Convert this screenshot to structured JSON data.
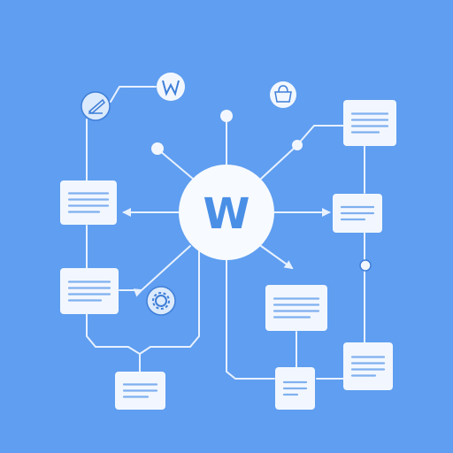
{
  "colors": {
    "background": "#5f9ef0",
    "line": "#e8f1ff",
    "card": "#f2f7ff",
    "card_text_lines": "#7fb0ef",
    "hub": "#f7faff",
    "hub_letter": "#4a8fe6",
    "icon_badge": "#dbeafc",
    "icon_stroke": "#3f7fd8"
  },
  "hub": {
    "letter": "W"
  },
  "cards": [
    {
      "id": "card-top-right",
      "lines": 4
    },
    {
      "id": "card-left-upper",
      "lines": 4
    },
    {
      "id": "card-right-middle",
      "lines": 3
    },
    {
      "id": "card-left-lower",
      "lines": 4
    },
    {
      "id": "card-center-lower",
      "lines": 4
    },
    {
      "id": "card-right-lower",
      "lines": 4
    },
    {
      "id": "card-bottom-left",
      "lines": 3
    },
    {
      "id": "card-bottom-center",
      "lines": 3
    }
  ],
  "icons": [
    {
      "id": "icon-top-left",
      "name": "pen-icon"
    },
    {
      "id": "icon-top-center",
      "name": "w-logo-icon"
    },
    {
      "id": "icon-top-right",
      "name": "bag-icon"
    },
    {
      "id": "icon-lower-center",
      "name": "gear-icon"
    }
  ]
}
